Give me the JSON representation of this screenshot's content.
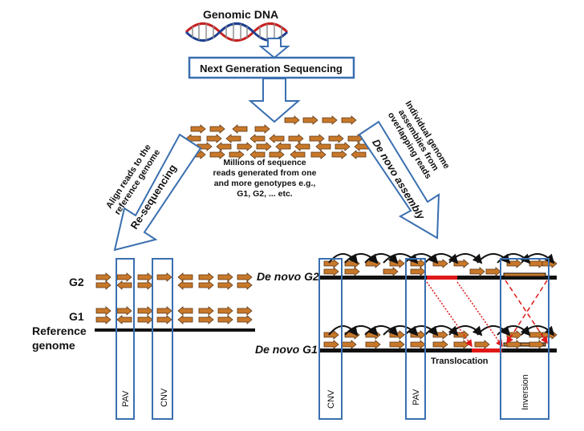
{
  "title": "Genomic DNA",
  "ngs_label": "Next Generation Sequencing",
  "reads_caption": [
    "Millions of sequence",
    "reads generated from one",
    "and more genotypes e.g.,",
    "G1, G2, ... etc."
  ],
  "left_arrow_label": "Re-sequencing",
  "left_side_text": [
    "Align reads to the",
    "reference genome"
  ],
  "right_arrow_label": "De novo assembly",
  "right_side_text": [
    "Individual genome",
    "assemblies from",
    "overlapping reads"
  ],
  "left_panel": {
    "g2_label": "G2",
    "g1_label": "G1",
    "reference_label": [
      "Reference",
      "genome"
    ],
    "box_labels": [
      "PAV",
      "CNV"
    ]
  },
  "right_panel": {
    "g2_label": "De novo G2",
    "g1_label": "De novo G1",
    "translocation_label": "Translocation",
    "box_labels": [
      "CNV",
      "PAV",
      "Inversion"
    ]
  },
  "colors": {
    "box_border": "#3a6fb0",
    "read_fill": "#c8782a",
    "read_stroke": "#5a3412",
    "dna_red": "#c82020",
    "dna_blue": "#1f3f8f",
    "rearrangement": "#e01818"
  }
}
